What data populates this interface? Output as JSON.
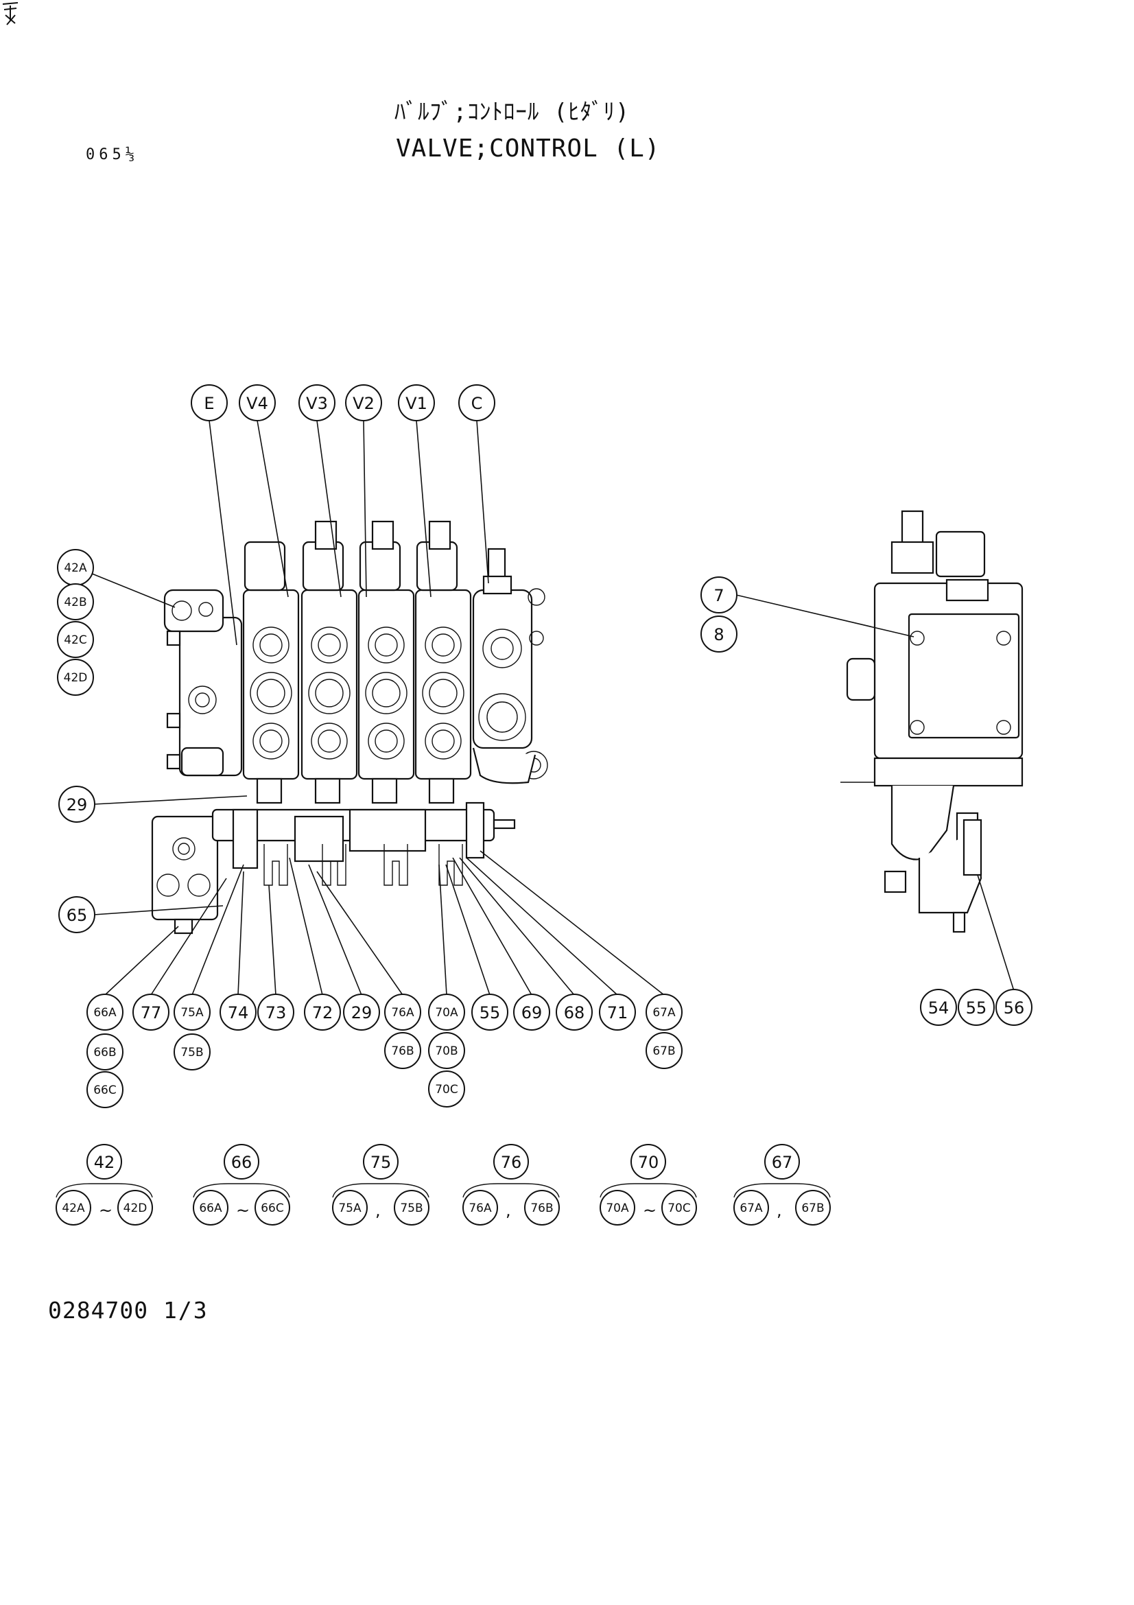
{
  "title_jp": "ﾊﾞﾙﾌﾞ;ｺﾝﾄﾛｰﾙ (ﾋﾀﾞﾘ)",
  "title_en": "VALVE;CONTROL (L)",
  "page_code": "065⅓",
  "drawing_no": "0284700",
  "drawing_page": "1/3",
  "section_labels": [
    "E",
    "V4",
    "V3",
    "V2",
    "V1",
    "C"
  ],
  "left_callouts": [
    "42A",
    "42B",
    "42C",
    "42D",
    "29",
    "65"
  ],
  "right_callouts": [
    "7",
    "8",
    "54",
    "55",
    "56"
  ],
  "bottom_row": [
    "66A",
    "77",
    "75A",
    "74",
    "73",
    "72",
    "29",
    "76A",
    "70A",
    "55",
    "69",
    "68",
    "71",
    "67A"
  ],
  "bottom_row2": [
    "66B",
    "75B",
    "76B",
    "70B",
    "67B"
  ],
  "bottom_row3": [
    "66C",
    "70C"
  ],
  "groups": [
    {
      "num": "42",
      "from": "42A",
      "sep": "~",
      "to": "42D"
    },
    {
      "num": "66",
      "from": "66A",
      "sep": "~",
      "to": "66C"
    },
    {
      "num": "75",
      "from": "75A",
      "sep": ",",
      "to": "75B"
    },
    {
      "num": "76",
      "from": "76A",
      "sep": ",",
      "to": "76B"
    },
    {
      "num": "70",
      "from": "70A",
      "sep": "~",
      "to": "70C"
    },
    {
      "num": "67",
      "from": "67A",
      "sep": ",",
      "to": "67B"
    }
  ]
}
